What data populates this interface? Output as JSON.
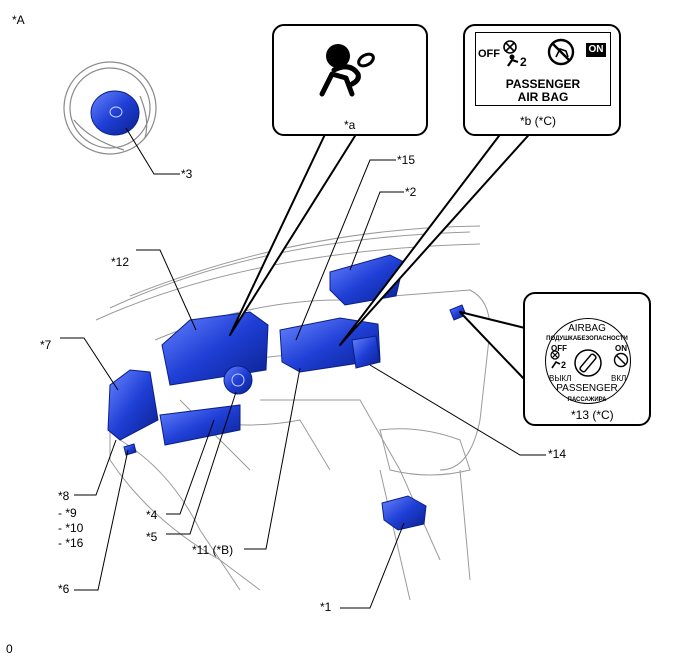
{
  "figure_label": "*A",
  "corner_code": "0",
  "callouts": {
    "a": {
      "caption": "*a"
    },
    "b": {
      "caption": "*b (*C)",
      "off_text": "OFF",
      "on_text": "ON",
      "panel_line1": "PASSENGER",
      "panel_line2": "AIR BAG"
    },
    "c": {
      "caption": "*13 (*C)",
      "top_line1": "AIRBAG",
      "top_line2": "ПОДУШКАБЕЗОПАСНОСТИ",
      "off_text": "OFF",
      "on_text": "ON",
      "left_word": "ВЫКЛ",
      "right_word": "ВКЛ",
      "bottom_line1": "PASSENGER",
      "bottom_line2": "ПАССАЖИРА"
    }
  },
  "labels": {
    "l3": "*3",
    "l15": "*15",
    "l2": "*2",
    "l12": "*12",
    "l7": "*7",
    "l14": "*14",
    "l8": "*8",
    "l9": "- *9",
    "l10": "- *10",
    "l16": "- *16",
    "l4": "*4",
    "l5": "*5",
    "l11": "*11 (*B)",
    "l6": "*6",
    "l1": "*1"
  },
  "colors": {
    "part_fill": "#1f3fd6",
    "part_dark": "#0a1f8a",
    "line": "#000000",
    "outline": "#9a9a9a"
  }
}
